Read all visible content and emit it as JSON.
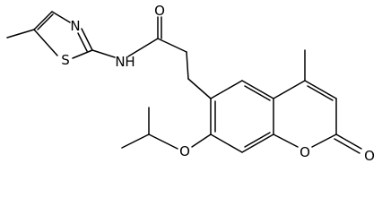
{
  "structure": {
    "atom_labels": {
      "n_ring": "N",
      "s_ring": "S",
      "nh": "N",
      "h": "H",
      "o_carbonyl_amide": "O",
      "o_ether": "O",
      "o_ring": "O",
      "o_carbonyl_lactone": "O"
    },
    "colors": {
      "bond": "#000000",
      "label": "#000000",
      "background": "#ffffff"
    }
  }
}
